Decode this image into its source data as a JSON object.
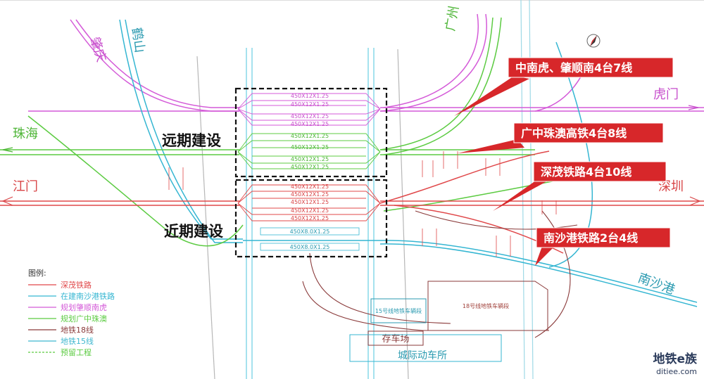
{
  "colors": {
    "shenmao": "#e0484a",
    "nanshagang": "#35b6d2",
    "zhaoshun": "#d45ad8",
    "guangzhongzhu": "#5ccb42",
    "metro18": "#8a3a3a",
    "metro15": "#3fb7cf",
    "reserved": "#5ccb42",
    "callout": "#d7272a",
    "box": "#111111"
  },
  "cities": {
    "zhaoqing": "肇庆",
    "heshan": "鹤山",
    "guangzhou_top": "广州",
    "humen": "虎门",
    "zhuhai": "珠海",
    "jiangmen": "江门",
    "shenzhen": "深圳",
    "nanshagang": "南沙港"
  },
  "phases": {
    "far": "远期建设",
    "near": "近期建设"
  },
  "callouts": [
    "中南虎、肇顺南4台7线",
    "广中珠澳高铁4台8线",
    "深茂铁路4台10线",
    "南沙港铁路2台4线"
  ],
  "platforms": {
    "far": [
      "450X12X1.25",
      "450X12X1.25",
      "450X12X1.25",
      "450X12X1.25",
      "450X12X1.25",
      "450X12X1.25",
      "450X12X1.25",
      "450X12X1.25"
    ],
    "near_shenmao": [
      "450X12X1.25",
      "450X12X1.25",
      "450X12X1.25",
      "450X12X1.25",
      "450X12X1.25"
    ],
    "near_nansha": [
      "450X8.0X1.25",
      "450X8.0X1.25"
    ]
  },
  "legend": {
    "title": "图例:",
    "items": [
      {
        "label": "深茂铁路",
        "color": "#e0484a"
      },
      {
        "label": "在建南沙港铁路",
        "color": "#35b6d2"
      },
      {
        "label": "规划肇顺南虎",
        "color": "#d45ad8"
      },
      {
        "label": "规划广中珠澳",
        "color": "#5ccb42"
      },
      {
        "label": "地铁18线",
        "color": "#8a3a3a"
      },
      {
        "label": "地铁15线",
        "color": "#3fb7cf"
      },
      {
        "label": "预留工程",
        "color": "#5ccb42"
      }
    ]
  },
  "depots": {
    "metro15": "15号线地铁车辆段",
    "metro18": "18号线地铁车辆段",
    "storage": "存车场",
    "intercity": "城际动车所"
  },
  "watermark": {
    "line1": "地铁e族",
    "line2": "ditiee.com"
  }
}
